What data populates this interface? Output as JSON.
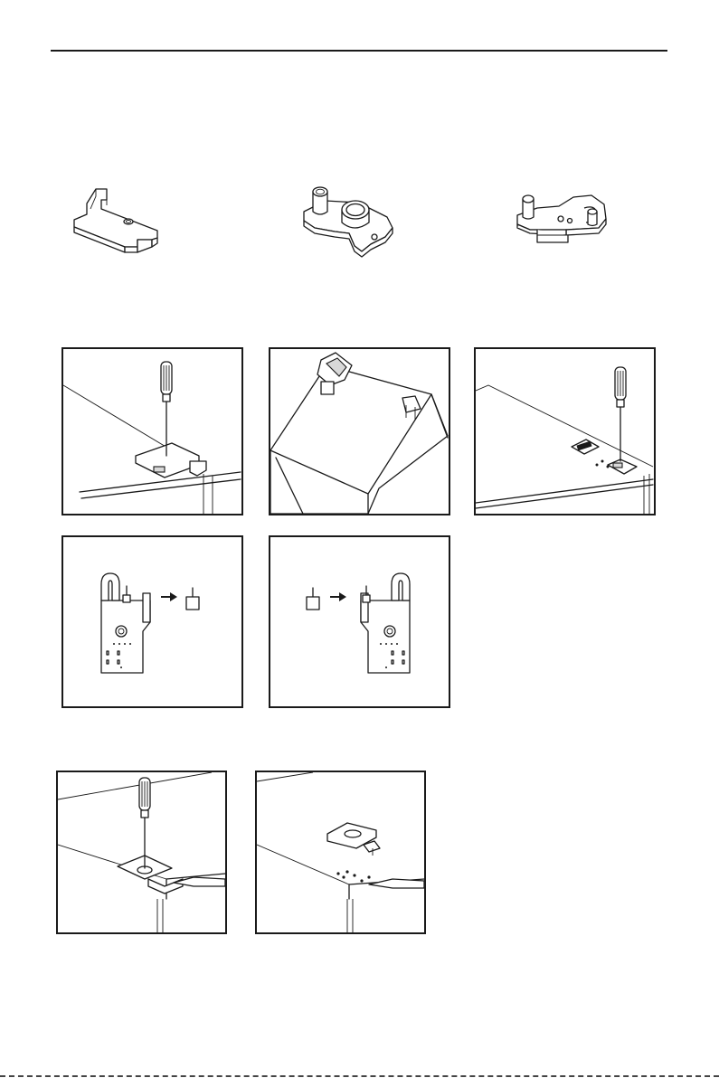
{
  "page": {
    "parts": [
      {
        "name": "upper-hinge-bracket",
        "icon": "hinge-bracket-icon"
      },
      {
        "name": "middle-hinge",
        "icon": "middle-hinge-icon"
      },
      {
        "name": "lower-hinge",
        "icon": "lower-hinge-icon"
      }
    ],
    "steps_row1": [
      {
        "name": "step-unscrew-top-hinge"
      },
      {
        "name": "step-remove-door"
      },
      {
        "name": "step-unscrew-middle-hinge"
      }
    ],
    "steps_row2": [
      {
        "name": "step-move-hinge-pin-out"
      },
      {
        "name": "step-move-hinge-pin-in"
      }
    ],
    "steps_row3": [
      {
        "name": "step-screw-top-hinge"
      },
      {
        "name": "step-top-hinge-fitted"
      }
    ]
  }
}
